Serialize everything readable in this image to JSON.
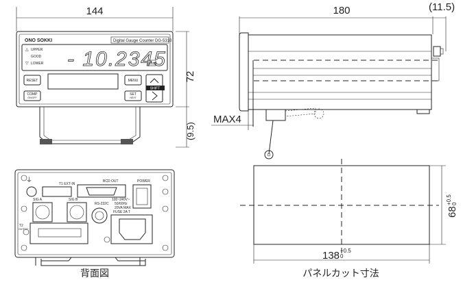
{
  "front_view": {
    "brand": "ONO SOKKI",
    "model": "Digital Gauge Counter DG-5310",
    "indicators": [
      "UPPER",
      "GOOD",
      "LOWER"
    ],
    "display_value": "- 10.2345",
    "unit": "mm",
    "buttons": {
      "reset": "RESET",
      "menu": "MENU",
      "comp": "COMP",
      "comp_sub": "ON/OFF",
      "set": "SET",
      "set_sub": "NEXT",
      "shift": "SHIFT"
    },
    "dim_width": "144",
    "dim_height": "72",
    "dim_stand": "(9.5)"
  },
  "rear_view": {
    "title": "背面図",
    "labels": {
      "t1": "T1 EXT-IN",
      "bcd": "BCD OUT",
      "power": "POWER",
      "sig_a": "SIG A",
      "sig_b": "SIG B",
      "rs232c": "RS-232C",
      "t2": "T2",
      "t2_sub": "OUTPUT"
    },
    "rating": [
      "100~240V~",
      "50/60Hz",
      "20VA MAX",
      "FUSE 2A T"
    ]
  },
  "side_view": {
    "dim_length": "180",
    "dim_rear": "(11.5)",
    "dim_max": "MAX4"
  },
  "panel_cut": {
    "title": "パネルカット寸法",
    "width": "138",
    "width_tol_upper": "+0.5",
    "width_tol_lower": "0",
    "height": "68",
    "height_tol_upper": "+0.5",
    "height_tol_lower": "0"
  }
}
